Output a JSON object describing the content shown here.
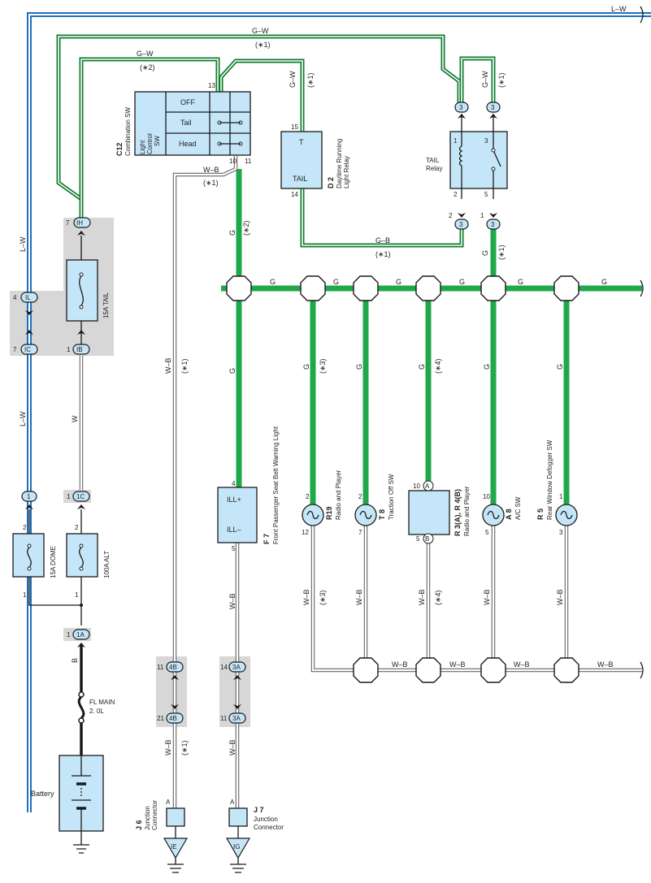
{
  "wire_colors": {
    "l_w": "L–W",
    "g_w": "G–W",
    "g": "G",
    "g_b": "G–B",
    "w_b": "W–B",
    "w": "W",
    "b": "B"
  },
  "notes": {
    "n1": "(∗1)",
    "n2": "(∗2)",
    "n3": "(∗3)",
    "n4": "(∗4)"
  },
  "components": {
    "c12": {
      "code": "C12",
      "name": "Combination SW",
      "sub": [
        "Light",
        "Control",
        "SW"
      ],
      "rows": [
        "OFF",
        "Tail",
        "Head"
      ],
      "pins": [
        "13",
        "10",
        "11"
      ]
    },
    "d2": {
      "code": "D 2",
      "name": [
        "Daytime Running",
        "Light Relay"
      ],
      "t1": "T",
      "t2": "TAIL",
      "pins": [
        "15",
        "14"
      ]
    },
    "tail_relay": {
      "name": [
        "TAIL",
        "Relay"
      ],
      "pins": [
        "1",
        "3",
        "2",
        "5"
      ]
    },
    "fuse_tail": "15A TAIL",
    "fuse_dome": "15A DOME",
    "fuse_alt": "100A ALT",
    "fl_main": [
      "FL MAIN",
      "2. 0L"
    ],
    "battery": "Battery",
    "f7": {
      "code": "F 7",
      "name": "Front Passenger Seat Belt Warning Light",
      "t1": "ILL+",
      "t2": "ILL–",
      "pins": [
        "4",
        "5"
      ]
    },
    "r19": {
      "code": "R19",
      "name": "Radio and Player",
      "pins": [
        "2",
        "12"
      ]
    },
    "t8": {
      "code": "T 8",
      "name": "Traction Off SW",
      "pins": [
        "2",
        "7"
      ]
    },
    "r3r4": {
      "code": "R 3(A), R 4(B)",
      "name": "Radio and Player",
      "pins": [
        "10",
        "5"
      ],
      "conn": [
        "A",
        "B"
      ]
    },
    "a8": {
      "code": "A 8",
      "name": "A/C SW",
      "pins": [
        "10",
        "5"
      ]
    },
    "r5": {
      "code": "R 5",
      "name": "Rear Window Defogger SW",
      "pins": [
        "1",
        "3"
      ]
    },
    "j6": {
      "code": "J 6",
      "name": [
        "Junction",
        "Connector"
      ],
      "pin": "A",
      "ground": "IE"
    },
    "j7": {
      "code": "J 7",
      "name": [
        "Junction",
        "Connector"
      ],
      "pin": "A",
      "ground": "IG"
    }
  },
  "connectors": {
    "ih": {
      "pin": "7",
      "id": "IH"
    },
    "il": {
      "pin": "4",
      "id": "IL"
    },
    "ic": {
      "pin": "7",
      "id": "IC"
    },
    "ib": {
      "pin": "1",
      "id": "IB"
    },
    "c1": {
      "pin": "",
      "id": "1"
    },
    "c1c": {
      "pin": "1",
      "id": "1C"
    },
    "c1a": {
      "pin": "1",
      "id": "1A"
    },
    "c4b_top": {
      "pin": "11",
      "id": "4B"
    },
    "c4b_bot": {
      "pin": "21",
      "id": "4B"
    },
    "c3a_top": {
      "pin": "14",
      "id": "3A"
    },
    "c3a_bot": {
      "pin": "11",
      "id": "3A"
    },
    "c3": "3",
    "relay_pin_left": "2",
    "relay_pin_right": "1",
    "dome_pins": [
      "2",
      "1"
    ],
    "alt_pins": [
      "2",
      "1"
    ]
  }
}
